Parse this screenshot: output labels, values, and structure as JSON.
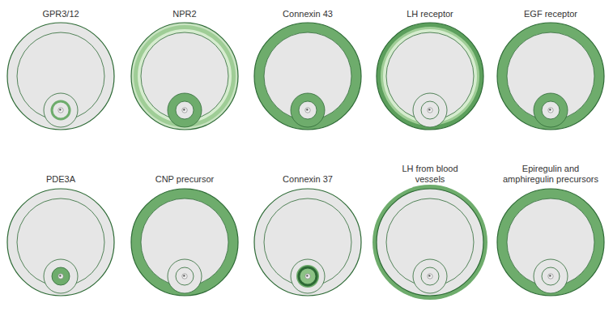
{
  "diagram": {
    "nodes": [
      {
        "text": [
          "GPR3/12"
        ]
      },
      {
        "text": [
          "NPR2"
        ]
      },
      {
        "text": [
          "Connexin 43"
        ]
      },
      {
        "text": [
          "LH receptor"
        ]
      },
      {
        "text": [
          "EGF receptor"
        ]
      },
      {
        "text": [
          "PDE3A"
        ]
      },
      {
        "text": [
          "CNP precursor"
        ]
      },
      {
        "text": [
          "Connexin 37"
        ]
      },
      {
        "text": [
          "LH from blood vessels"
        ]
      },
      {
        "text": [
          "Epiregulin and amphiregulin precursors"
        ]
      }
    ]
  }
}
